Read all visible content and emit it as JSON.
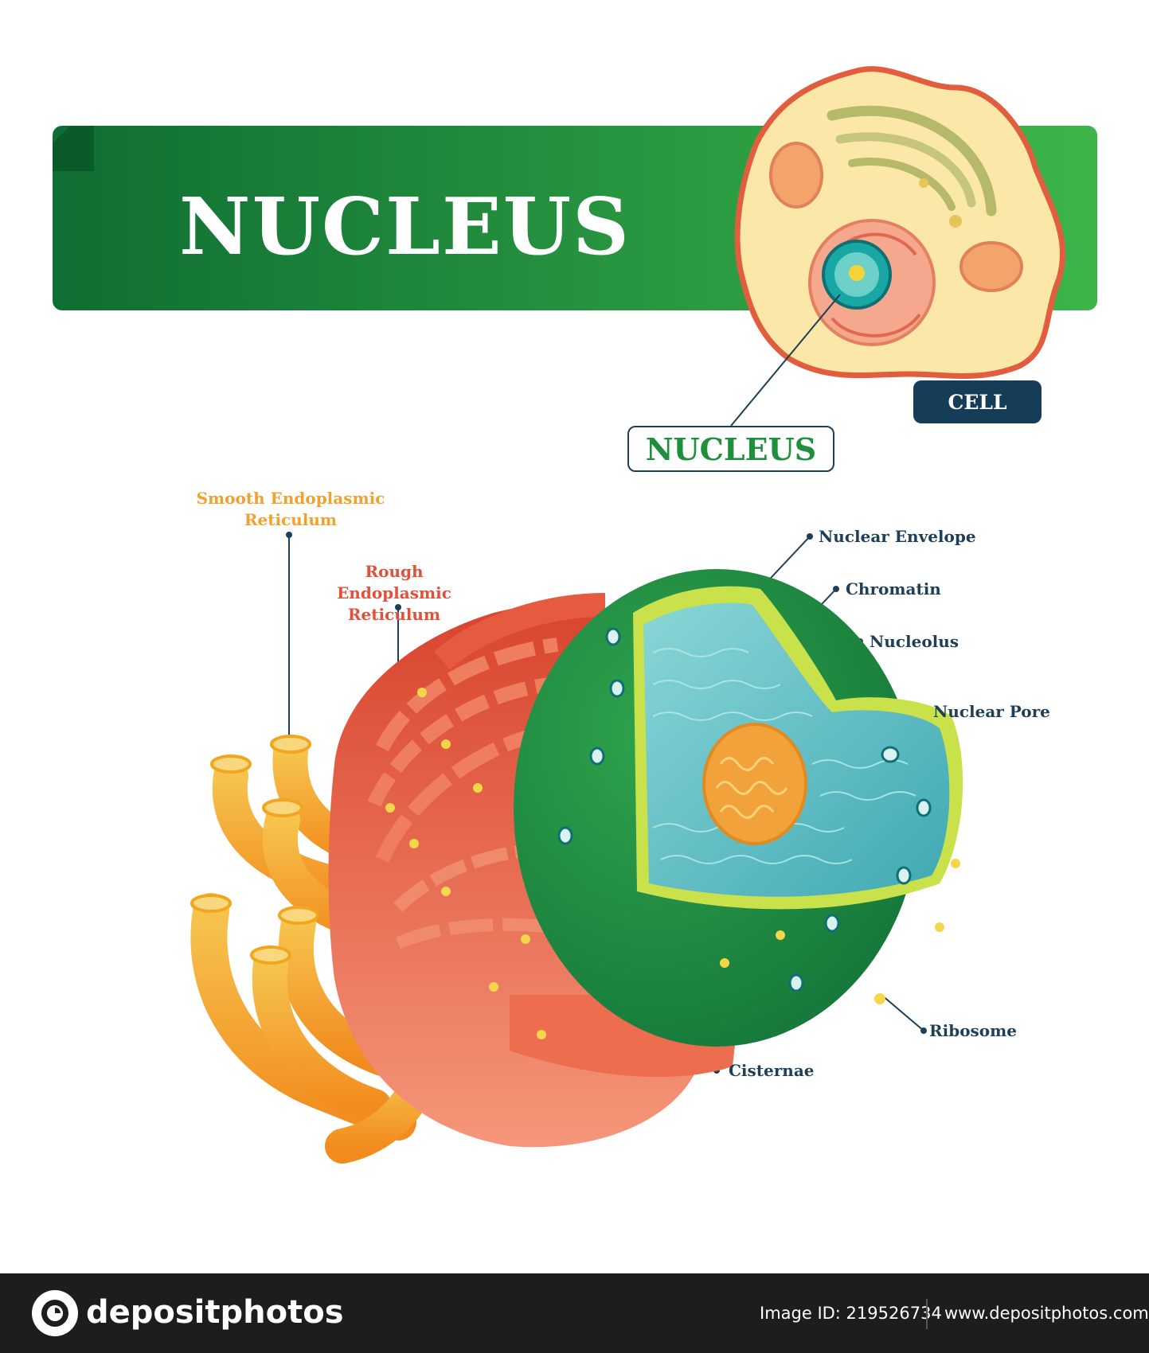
{
  "title": "NUCLEUS",
  "inset": {
    "nucleus_label": "NUCLEUS",
    "cell_label": "CELL"
  },
  "labels": {
    "smooth_er": "Smooth Endoplasmic Reticulum",
    "rough_er": "Rough Endoplasmic Reticulum",
    "nuclear_envelope": "Nuclear Envelope",
    "chromatin": "Chromatin",
    "nucleolus": "Nucleolus",
    "nuclear_pore": "Nuclear Pore",
    "ribosome": "Ribosome",
    "cisternae": "Cisternae"
  },
  "footer": {
    "brand": "depositphotos",
    "image_id": "Image ID: 219526734",
    "website": "www.depositphotos.com"
  },
  "colors": {
    "banner_green": "#1f8a3c",
    "nucleus_green": "#2a9a47",
    "envelope_yellow": "#c9e14a",
    "chromatin_teal": "#6cc7c6",
    "nucleolus_orange": "#f0a23a",
    "rough_er_red": "#e8654a",
    "smooth_er_orange": "#f6b23d",
    "label_navy": "#1d3f57",
    "footer_bg": "#1d1d1d"
  }
}
